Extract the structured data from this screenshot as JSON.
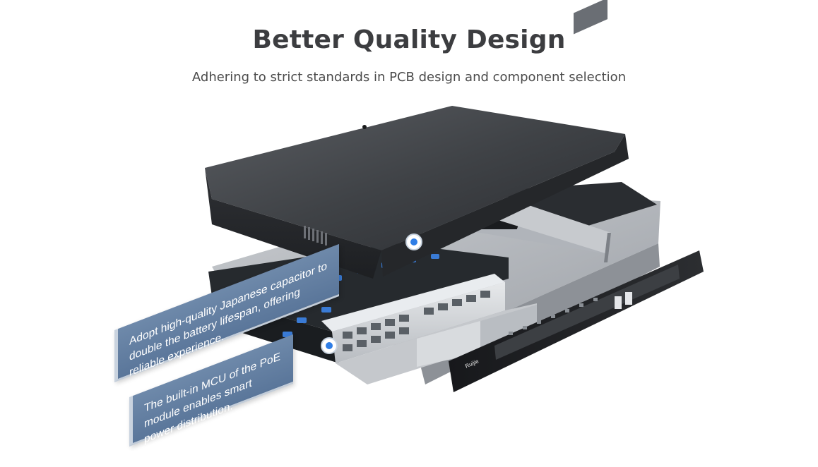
{
  "header": {
    "title": "Better Quality Design",
    "subtitle": "Adhering to strict standards in PCB design and component selection"
  },
  "illustration": {
    "brand_mark": "Ruijie",
    "hotspots": [
      {
        "id": "hotspot-top",
        "color": "#2f7ee6"
      },
      {
        "id": "hotspot-front",
        "color": "#2f7ee6"
      }
    ]
  },
  "callouts": [
    {
      "text": "Adopt high-quality Japanese capacitor to double the battery lifespan, offering reliable experience."
    },
    {
      "text": "The built-in MCU of the PoE module enables smart power distribution."
    }
  ],
  "colors": {
    "title": "#3c3d40",
    "callout_bg": "#6480a3",
    "chassis": "#2e3034",
    "pcb": "#1f2326",
    "ports": "#d9dde1"
  }
}
